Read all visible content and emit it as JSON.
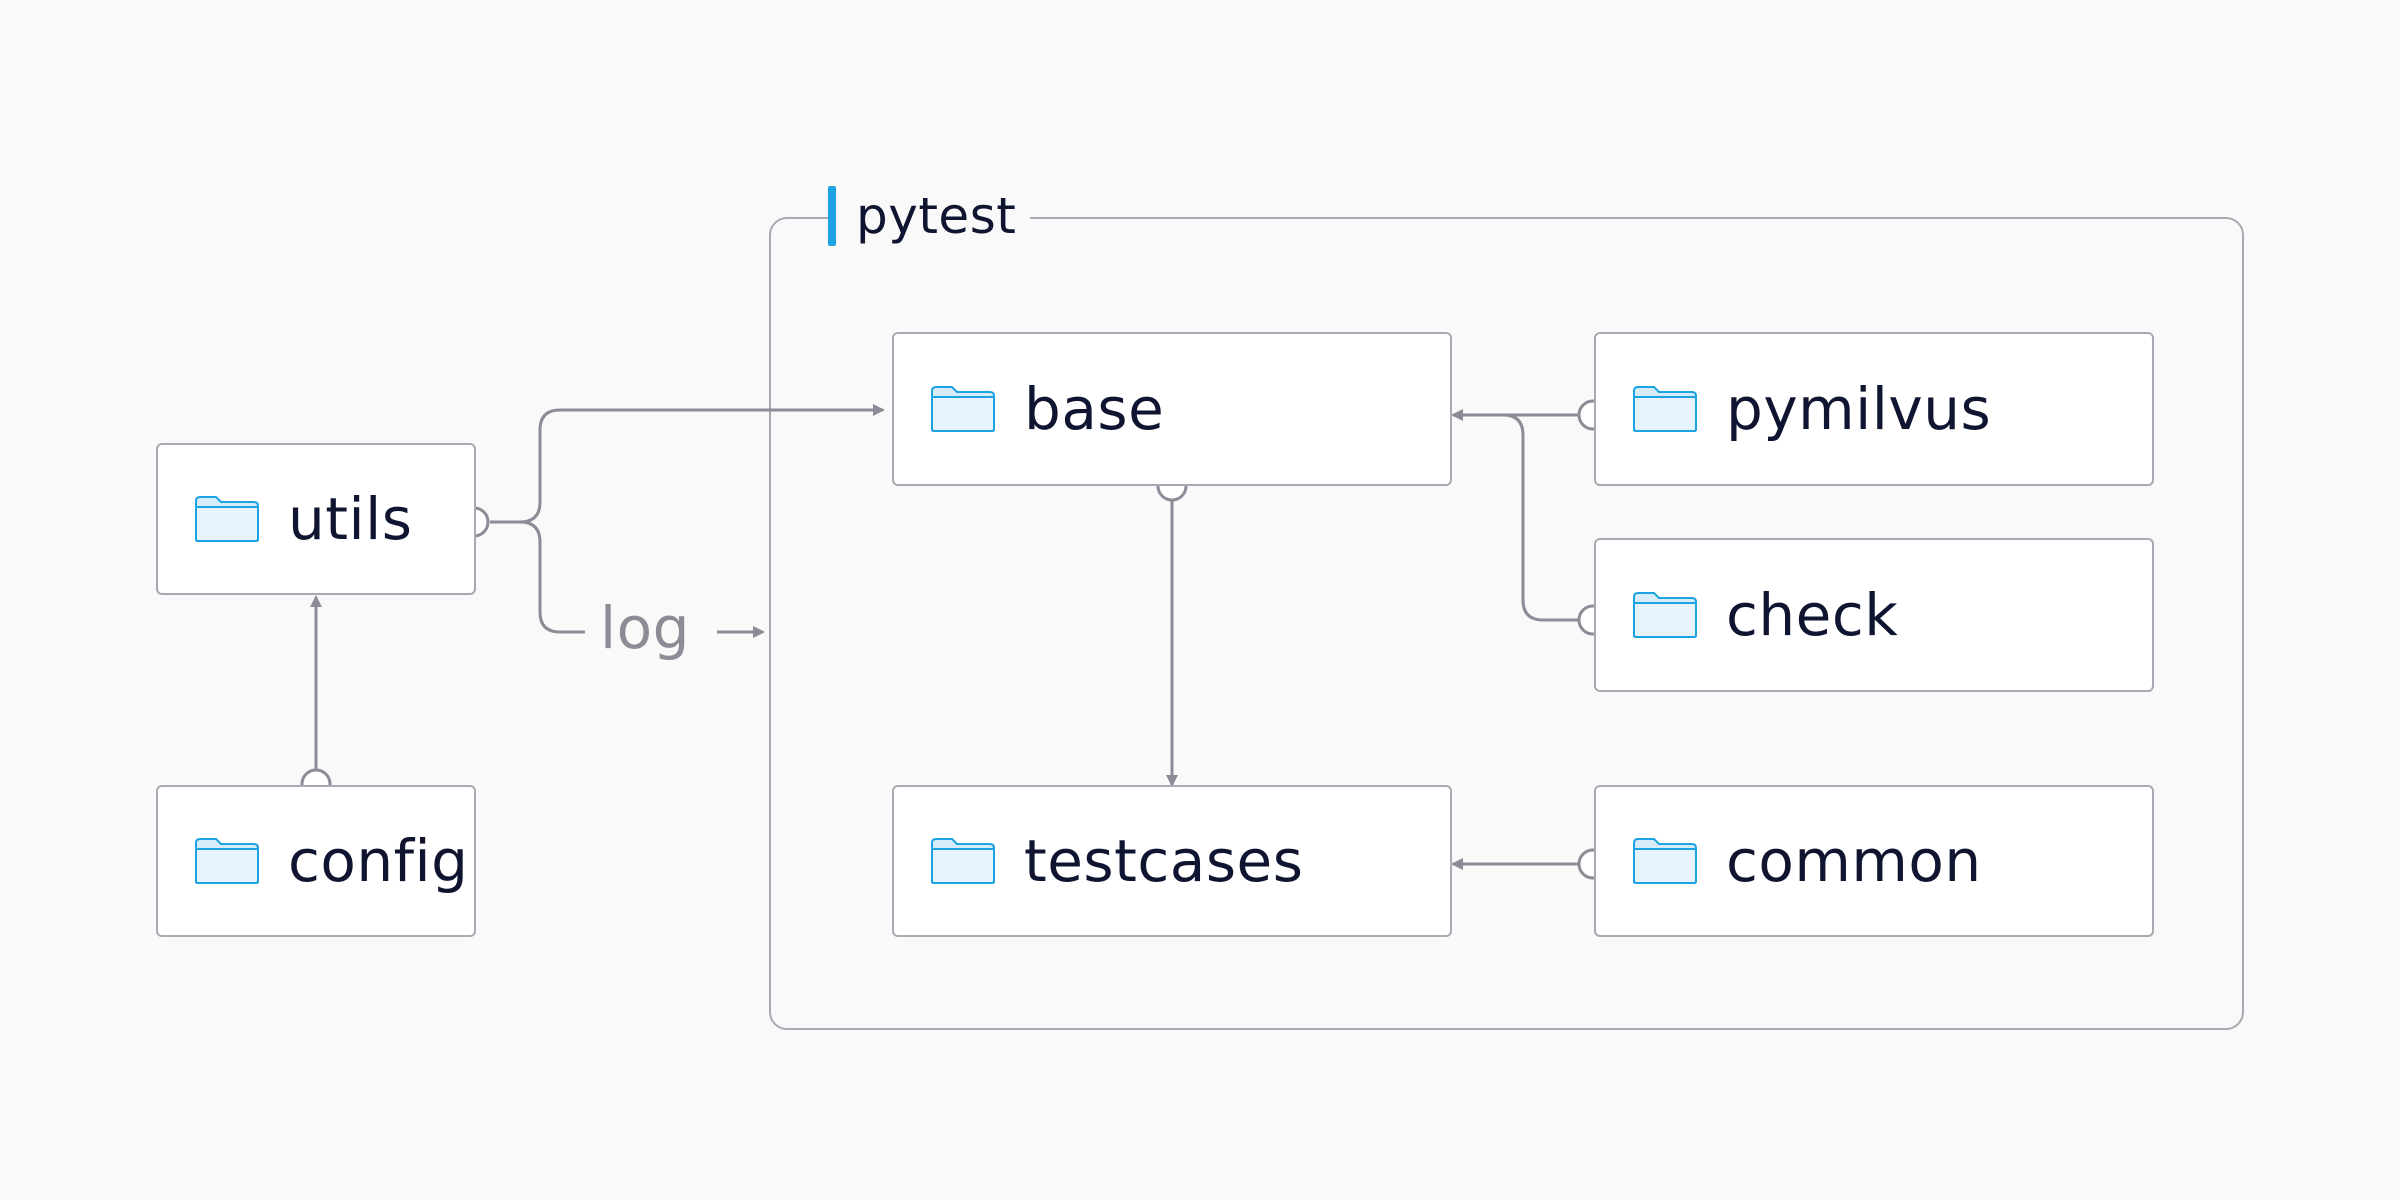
{
  "group": {
    "label": "pytest"
  },
  "nodes": {
    "utils": "utils",
    "config": "config",
    "base": "base",
    "pymilvus": "pymilvus",
    "check": "check",
    "testcases": "testcases",
    "common": "common"
  },
  "edges": {
    "log_label": "log"
  },
  "colors": {
    "background": "#f9f9f9",
    "border": "#a9a9b3",
    "accent": "#1ca3e3",
    "edge": "#8c8c96",
    "text": "#0f1530"
  },
  "icons": {
    "folder": "folder-icon"
  }
}
